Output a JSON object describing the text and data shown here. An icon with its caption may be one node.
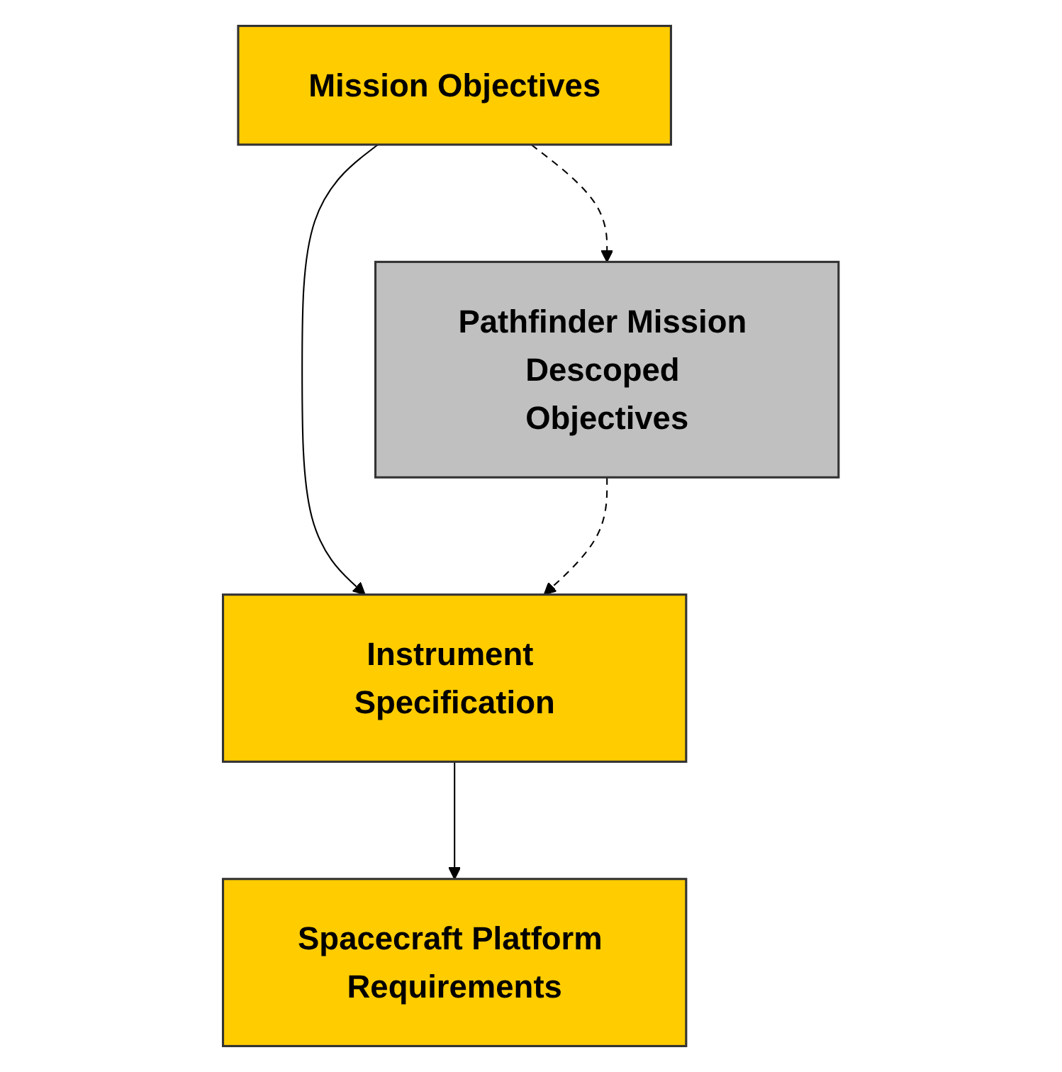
{
  "diagram": {
    "nodes": [
      {
        "text": [
          "Mission Objectives"
        ]
      },
      {
        "text": [
          "Pathfinder Mission Descoped Objectives"
        ]
      },
      {
        "text": [
          "Instrument Specification"
        ]
      },
      {
        "text": [
          "Spacecraft Platform Requirements"
        ]
      }
    ],
    "edges": [
      {
        "from": 0,
        "to": 1,
        "arrow": "to",
        "style": "dashed"
      },
      {
        "from": 0,
        "to": 2,
        "arrow": "to"
      },
      {
        "from": 1,
        "to": 2,
        "arrow": "to",
        "style": "dashed"
      },
      {
        "from": 2,
        "to": 3,
        "arrow": "to"
      }
    ]
  }
}
